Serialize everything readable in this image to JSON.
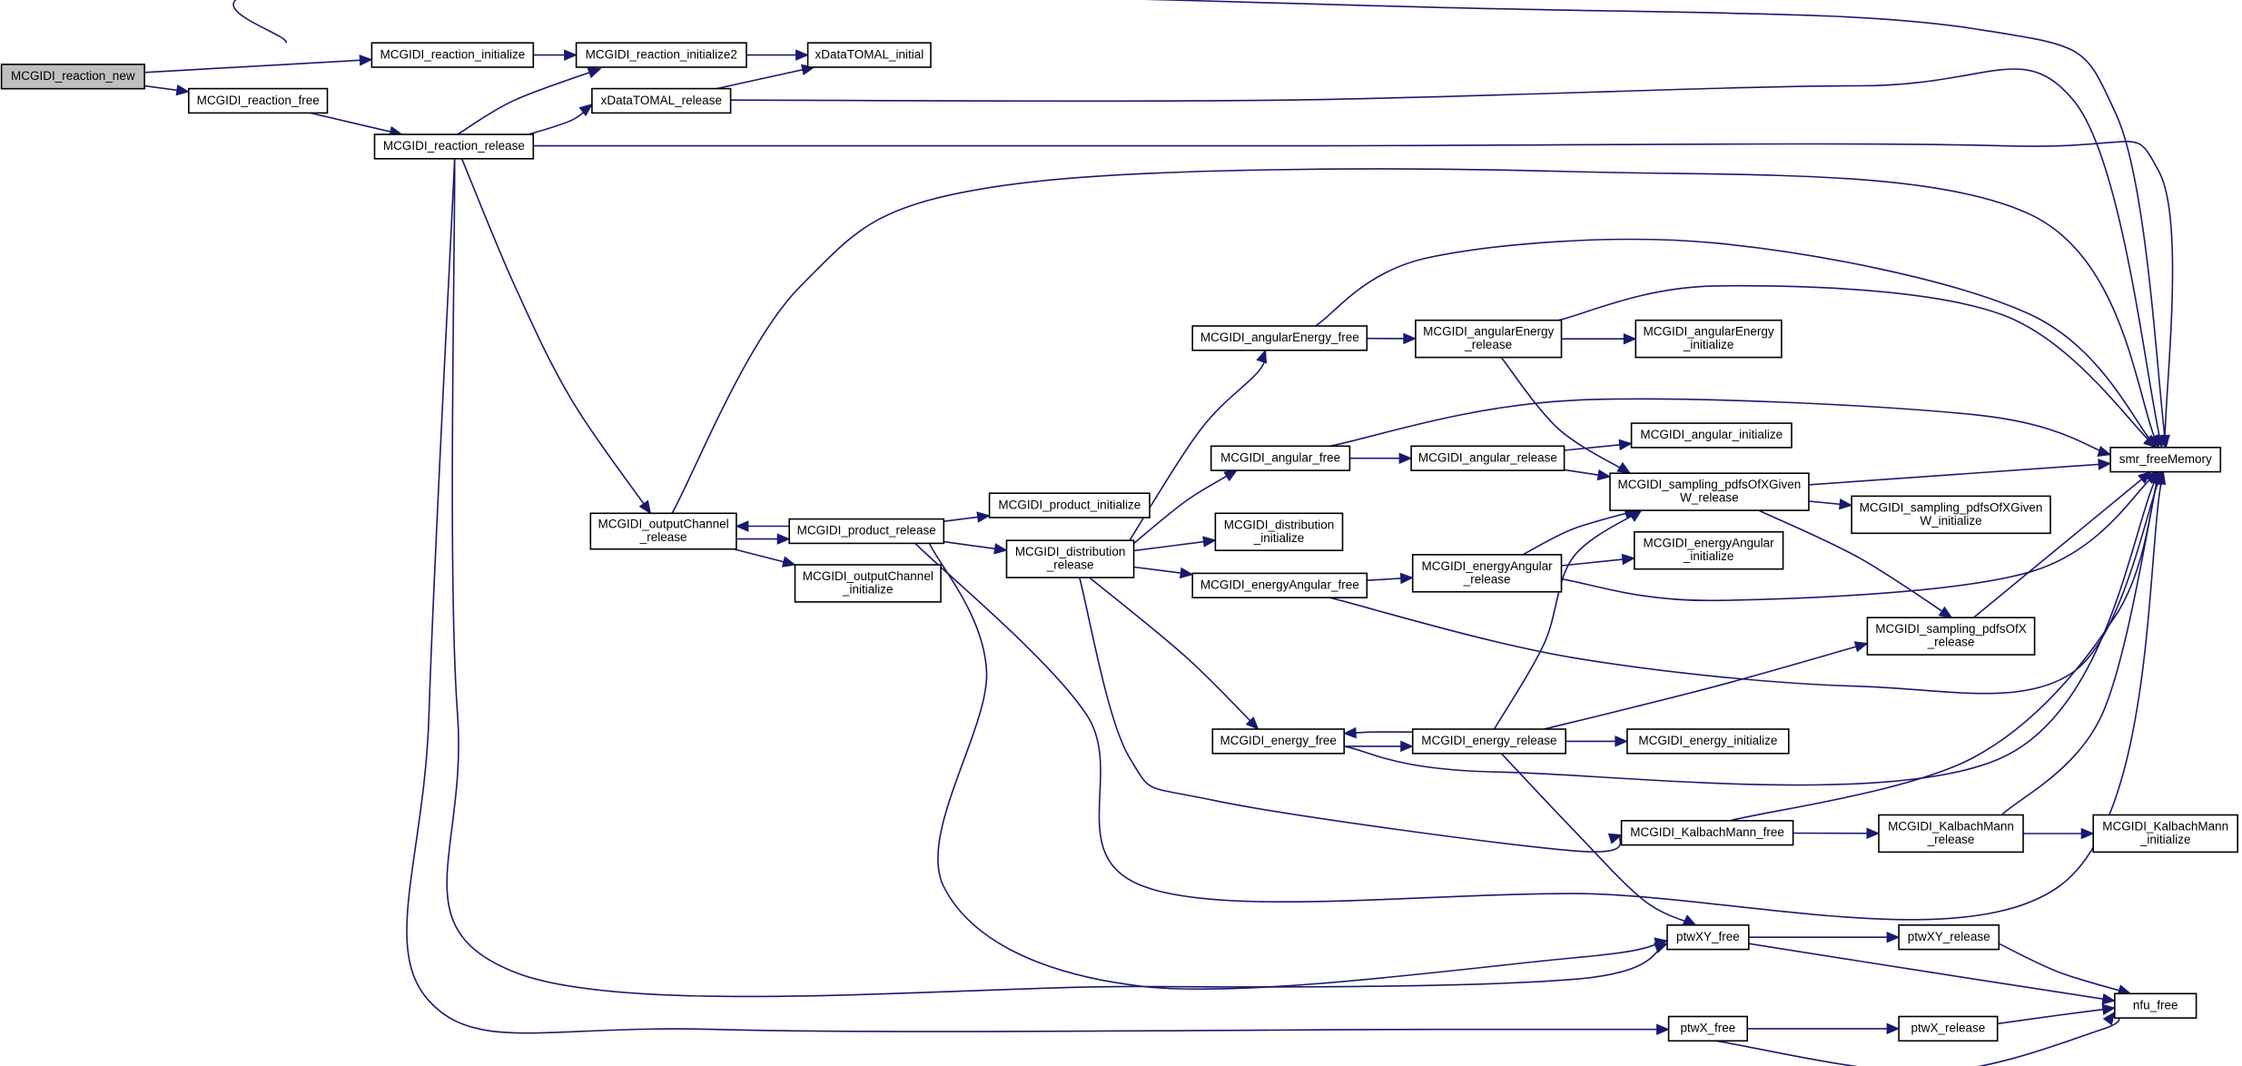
{
  "diagram": {
    "type": "call-graph",
    "colors": {
      "edge": "#191970",
      "node_border": "#000000",
      "node_fill": "#ffffff",
      "root_fill": "#bfbfbf"
    },
    "nodes": [
      {
        "id": "reaction_new",
        "lines": [
          "MCGIDI_reaction_new"
        ],
        "root": true
      },
      {
        "id": "reaction_initialize",
        "lines": [
          "MCGIDI_reaction_initialize"
        ]
      },
      {
        "id": "reaction_free",
        "lines": [
          "MCGIDI_reaction_free"
        ]
      },
      {
        "id": "reaction_release",
        "lines": [
          "MCGIDI_reaction_release"
        ]
      },
      {
        "id": "reaction_initialize2",
        "lines": [
          "MCGIDI_reaction_initialize2"
        ]
      },
      {
        "id": "xData_release",
        "lines": [
          "xDataTOMAL_release"
        ]
      },
      {
        "id": "xData_initial",
        "lines": [
          "xDataTOMAL_initial"
        ]
      },
      {
        "id": "smr_freeMemory",
        "lines": [
          "smr_freeMemory"
        ]
      },
      {
        "id": "outputChannel_release",
        "lines": [
          "MCGIDI_outputChannel",
          "_release"
        ]
      },
      {
        "id": "product_release",
        "lines": [
          "MCGIDI_product_release"
        ]
      },
      {
        "id": "outputChannel_initialize",
        "lines": [
          "MCGIDI_outputChannel",
          "_initialize"
        ]
      },
      {
        "id": "product_initialize",
        "lines": [
          "MCGIDI_product_initialize"
        ]
      },
      {
        "id": "distribution_release",
        "lines": [
          "MCGIDI_distribution",
          "_release"
        ]
      },
      {
        "id": "distribution_initialize",
        "lines": [
          "MCGIDI_distribution",
          "_initialize"
        ]
      },
      {
        "id": "angularEnergy_free",
        "lines": [
          "MCGIDI_angularEnergy_free"
        ]
      },
      {
        "id": "angularEnergy_release",
        "lines": [
          "MCGIDI_angularEnergy",
          "_release"
        ]
      },
      {
        "id": "angularEnergy_initialize",
        "lines": [
          "MCGIDI_angularEnergy",
          "_initialize"
        ]
      },
      {
        "id": "angular_free",
        "lines": [
          "MCGIDI_angular_free"
        ]
      },
      {
        "id": "angular_release",
        "lines": [
          "MCGIDI_angular_release"
        ]
      },
      {
        "id": "angular_initialize",
        "lines": [
          "MCGIDI_angular_initialize"
        ]
      },
      {
        "id": "pdfsOfXGivenW_release",
        "lines": [
          "MCGIDI_sampling_pdfsOfXGiven",
          "W_release"
        ]
      },
      {
        "id": "pdfsOfXGivenW_initialize",
        "lines": [
          "MCGIDI_sampling_pdfsOfXGiven",
          "W_initialize"
        ]
      },
      {
        "id": "energyAngular_free",
        "lines": [
          "MCGIDI_energyAngular_free"
        ]
      },
      {
        "id": "energyAngular_release",
        "lines": [
          "MCGIDI_energyAngular",
          "_release"
        ]
      },
      {
        "id": "energyAngular_initialize",
        "lines": [
          "MCGIDI_energyAngular",
          "_initialize"
        ]
      },
      {
        "id": "pdfsOfX_release",
        "lines": [
          "MCGIDI_sampling_pdfsOfX",
          "_release"
        ]
      },
      {
        "id": "energy_free",
        "lines": [
          "MCGIDI_energy_free"
        ]
      },
      {
        "id": "energy_release",
        "lines": [
          "MCGIDI_energy_release"
        ]
      },
      {
        "id": "energy_initialize",
        "lines": [
          "MCGIDI_energy_initialize"
        ]
      },
      {
        "id": "KalbachMann_free",
        "lines": [
          "MCGIDI_KalbachMann_free"
        ]
      },
      {
        "id": "KalbachMann_release",
        "lines": [
          "MCGIDI_KalbachMann",
          "_release"
        ]
      },
      {
        "id": "KalbachMann_initialize",
        "lines": [
          "MCGIDI_KalbachMann",
          "_initialize"
        ]
      },
      {
        "id": "ptwXY_free",
        "lines": [
          "ptwXY_free"
        ]
      },
      {
        "id": "ptwXY_release",
        "lines": [
          "ptwXY_release"
        ]
      },
      {
        "id": "nfu_free",
        "lines": [
          "nfu_free"
        ]
      },
      {
        "id": "ptwX_free",
        "lines": [
          "ptwX_free"
        ]
      },
      {
        "id": "ptwX_release",
        "lines": [
          "ptwX_release"
        ]
      }
    ],
    "edges": [
      {
        "from": "reaction_new",
        "to": "reaction_initialize"
      },
      {
        "from": "reaction_new",
        "to": "reaction_free"
      },
      {
        "from": "reaction_initialize",
        "to": "reaction_initialize2"
      },
      {
        "from": "reaction_free",
        "to": "smr_freeMemory"
      },
      {
        "from": "reaction_free",
        "to": "reaction_release"
      },
      {
        "from": "reaction_release",
        "to": "reaction_initialize2"
      },
      {
        "from": "reaction_release",
        "to": "xData_release"
      },
      {
        "from": "reaction_release",
        "to": "smr_freeMemory"
      },
      {
        "from": "reaction_release",
        "to": "outputChannel_release"
      },
      {
        "from": "reaction_release",
        "to": "ptwXY_free"
      },
      {
        "from": "reaction_release",
        "to": "ptwX_free"
      },
      {
        "from": "reaction_initialize2",
        "to": "xData_initial"
      },
      {
        "from": "xData_release",
        "to": "xData_initial"
      },
      {
        "from": "xData_release",
        "to": "smr_freeMemory"
      },
      {
        "from": "outputChannel_release",
        "to": "smr_freeMemory"
      },
      {
        "from": "outputChannel_release",
        "to": "product_release"
      },
      {
        "from": "outputChannel_release",
        "to": "outputChannel_initialize"
      },
      {
        "from": "product_release",
        "to": "outputChannel_release"
      },
      {
        "from": "product_release",
        "to": "product_initialize"
      },
      {
        "from": "product_release",
        "to": "distribution_release"
      },
      {
        "from": "product_release",
        "to": "ptwXY_free"
      },
      {
        "from": "product_release",
        "to": "smr_freeMemory"
      },
      {
        "from": "distribution_release",
        "to": "angularEnergy_free"
      },
      {
        "from": "distribution_release",
        "to": "angular_free"
      },
      {
        "from": "distribution_release",
        "to": "distribution_initialize"
      },
      {
        "from": "distribution_release",
        "to": "energyAngular_free"
      },
      {
        "from": "distribution_release",
        "to": "energy_free"
      },
      {
        "from": "distribution_release",
        "to": "KalbachMann_free"
      },
      {
        "from": "angularEnergy_free",
        "to": "smr_freeMemory"
      },
      {
        "from": "angularEnergy_free",
        "to": "angularEnergy_release"
      },
      {
        "from": "angularEnergy_release",
        "to": "smr_freeMemory"
      },
      {
        "from": "angularEnergy_release",
        "to": "angularEnergy_initialize"
      },
      {
        "from": "angularEnergy_release",
        "to": "pdfsOfXGivenW_release"
      },
      {
        "from": "angular_free",
        "to": "smr_freeMemory"
      },
      {
        "from": "angular_free",
        "to": "angular_release"
      },
      {
        "from": "angular_release",
        "to": "angular_initialize"
      },
      {
        "from": "angular_release",
        "to": "pdfsOfXGivenW_release"
      },
      {
        "from": "pdfsOfXGivenW_release",
        "to": "smr_freeMemory"
      },
      {
        "from": "pdfsOfXGivenW_release",
        "to": "pdfsOfXGivenW_initialize"
      },
      {
        "from": "pdfsOfXGivenW_release",
        "to": "pdfsOfX_release"
      },
      {
        "from": "energyAngular_free",
        "to": "energyAngular_release"
      },
      {
        "from": "energyAngular_free",
        "to": "smr_freeMemory"
      },
      {
        "from": "energyAngular_release",
        "to": "pdfsOfXGivenW_release"
      },
      {
        "from": "energyAngular_release",
        "to": "energyAngular_initialize"
      },
      {
        "from": "energyAngular_release",
        "to": "smr_freeMemory"
      },
      {
        "from": "pdfsOfX_release",
        "to": "smr_freeMemory"
      },
      {
        "from": "energy_free",
        "to": "energy_release"
      },
      {
        "from": "energy_free",
        "to": "smr_freeMemory"
      },
      {
        "from": "energy_release",
        "to": "energy_free"
      },
      {
        "from": "energy_release",
        "to": "pdfsOfXGivenW_release"
      },
      {
        "from": "energy_release",
        "to": "pdfsOfX_release"
      },
      {
        "from": "energy_release",
        "to": "energy_initialize"
      },
      {
        "from": "energy_release",
        "to": "ptwXY_free"
      },
      {
        "from": "KalbachMann_free",
        "to": "smr_freeMemory"
      },
      {
        "from": "KalbachMann_free",
        "to": "KalbachMann_release"
      },
      {
        "from": "KalbachMann_release",
        "to": "smr_freeMemory"
      },
      {
        "from": "KalbachMann_release",
        "to": "KalbachMann_initialize"
      },
      {
        "from": "ptwXY_free",
        "to": "ptwXY_release"
      },
      {
        "from": "ptwXY_free",
        "to": "nfu_free"
      },
      {
        "from": "ptwXY_release",
        "to": "nfu_free"
      },
      {
        "from": "ptwX_free",
        "to": "ptwX_release"
      },
      {
        "from": "ptwX_free",
        "to": "nfu_free"
      },
      {
        "from": "ptwX_release",
        "to": "nfu_free"
      }
    ]
  }
}
